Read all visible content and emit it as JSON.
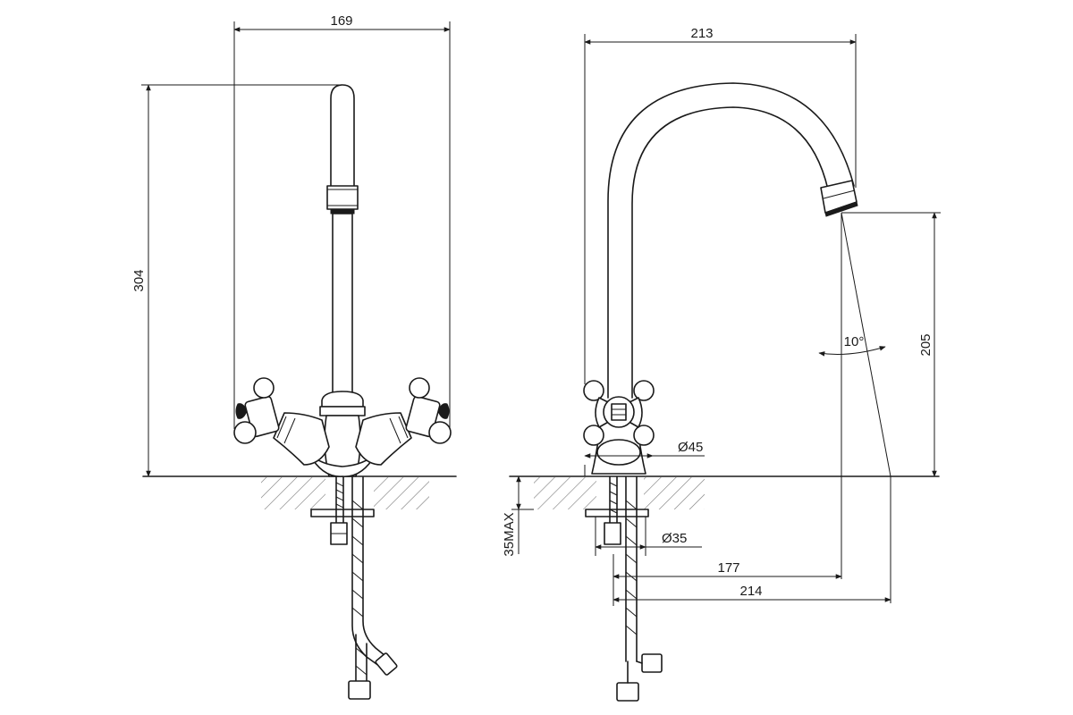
{
  "front_view": {
    "width_label": "169",
    "height_label": "304"
  },
  "side_view": {
    "reach_label": "213",
    "spout_height_label": "205",
    "angle_label": "10°",
    "base_diameter_label": "Ø45",
    "hole_diameter_label": "Ø35",
    "counter_thickness_label": "35MAX",
    "outlet_offset_label": "177",
    "stream_offset_label": "214"
  }
}
